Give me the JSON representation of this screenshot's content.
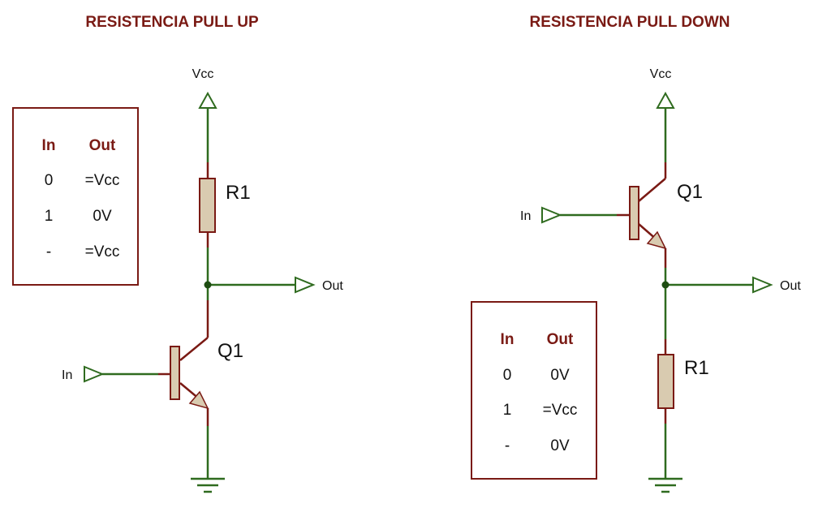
{
  "colors": {
    "wire": "#2f6b1f",
    "component_stroke": "#7a1a14",
    "component_fill": "#d9cbb0",
    "title": "#7a1a14",
    "junction": "#1e4d12"
  },
  "pullup": {
    "title": "RESISTENCIA PULL UP",
    "vcc": "Vcc",
    "resistor": "R1",
    "transistor": "Q1",
    "input": "In",
    "output": "Out",
    "table": {
      "headers": [
        "In",
        "Out"
      ],
      "rows": [
        [
          "0",
          "=Vcc"
        ],
        [
          "1",
          "0V"
        ],
        [
          "-",
          "=Vcc"
        ]
      ]
    }
  },
  "pulldown": {
    "title": "RESISTENCIA PULL DOWN",
    "vcc": "Vcc",
    "resistor": "R1",
    "transistor": "Q1",
    "input": "In",
    "output": "Out",
    "table": {
      "headers": [
        "In",
        "Out"
      ],
      "rows": [
        [
          "0",
          "0V"
        ],
        [
          "1",
          "=Vcc"
        ],
        [
          "-",
          "0V"
        ]
      ]
    }
  }
}
